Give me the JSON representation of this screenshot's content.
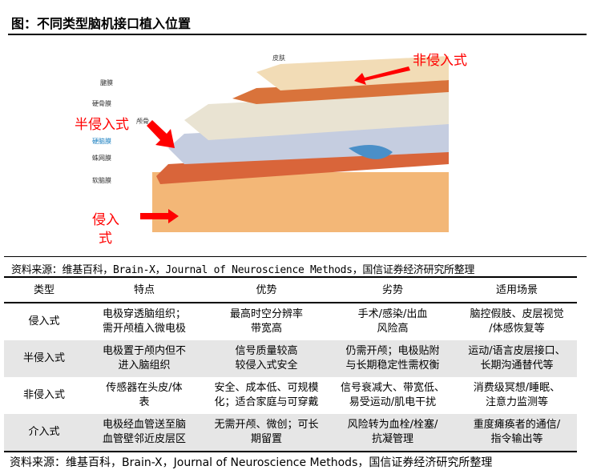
{
  "title": "图：不同类型脑机接口植入位置",
  "diagram": {
    "layer_labels": [
      "皮肤",
      "腱膜",
      "硬骨膜",
      "颅骨",
      "硬脑膜",
      "蛛网膜",
      "软脑膜"
    ],
    "annotations": {
      "non_invasive": "非侵入式",
      "semi_invasive": "半侵入式",
      "invasive_line1": "侵入",
      "invasive_line2": "式"
    },
    "colors": {
      "arrow": "#ff0000",
      "skin": "#f2dcb6",
      "aponeurosis": "#d9733b",
      "skull": "#e9e3d2",
      "dura": "#c5cde0",
      "brain": "#f3b777"
    }
  },
  "source_top": "资料来源：维基百科，Brain-X，Journal of Neuroscience Methods，国信证券经济研究所整理",
  "table": {
    "headers": [
      "类型",
      "特点",
      "优势",
      "劣势",
      "适用场景"
    ],
    "rows": [
      {
        "type": "侵入式",
        "feature": [
          "电极穿透脑组织；",
          "需开颅植入微电极"
        ],
        "pros": [
          "最高时空分辨率",
          "带宽高"
        ],
        "cons": [
          "手术/感染/出血",
          "风险高"
        ],
        "use": [
          "脑控假肢、皮层视觉",
          "/体感恢复等"
        ]
      },
      {
        "type": "半侵入式",
        "feature": [
          "电极置于颅内但不",
          "进入脑组织"
        ],
        "pros": [
          "信号质量较高",
          "较侵入式安全"
        ],
        "cons": [
          "仍需开颅；电极贴附",
          "与长期稳定性需权衡"
        ],
        "use": [
          "运动/语言皮层接口、",
          "长期沟通替代等"
        ]
      },
      {
        "type": "非侵入式",
        "feature": [
          "传感器在头皮/体",
          "表"
        ],
        "pros": [
          "安全、成本低、可规模",
          "化；适合家庭与可穿戴"
        ],
        "cons": [
          "信号衰减大、带宽低、",
          "易受运动/肌电干扰"
        ],
        "use": [
          "消费级冥想/睡眠、",
          "注意力监测等"
        ]
      },
      {
        "type": "介入式",
        "feature": [
          "电极经血管送至脑",
          "血管壁邻近皮层区"
        ],
        "pros": [
          "无需开颅、微创；可长",
          "期留置"
        ],
        "cons": [
          "风险转为血栓/栓塞/",
          "抗凝管理"
        ],
        "use": [
          "重度瘫痪者的通信/",
          "指令输出等"
        ]
      }
    ]
  },
  "source_bottom": "资料来源：维基百科，Brain-X，Journal of Neuroscience Methods，国信证券经济研究所整理"
}
